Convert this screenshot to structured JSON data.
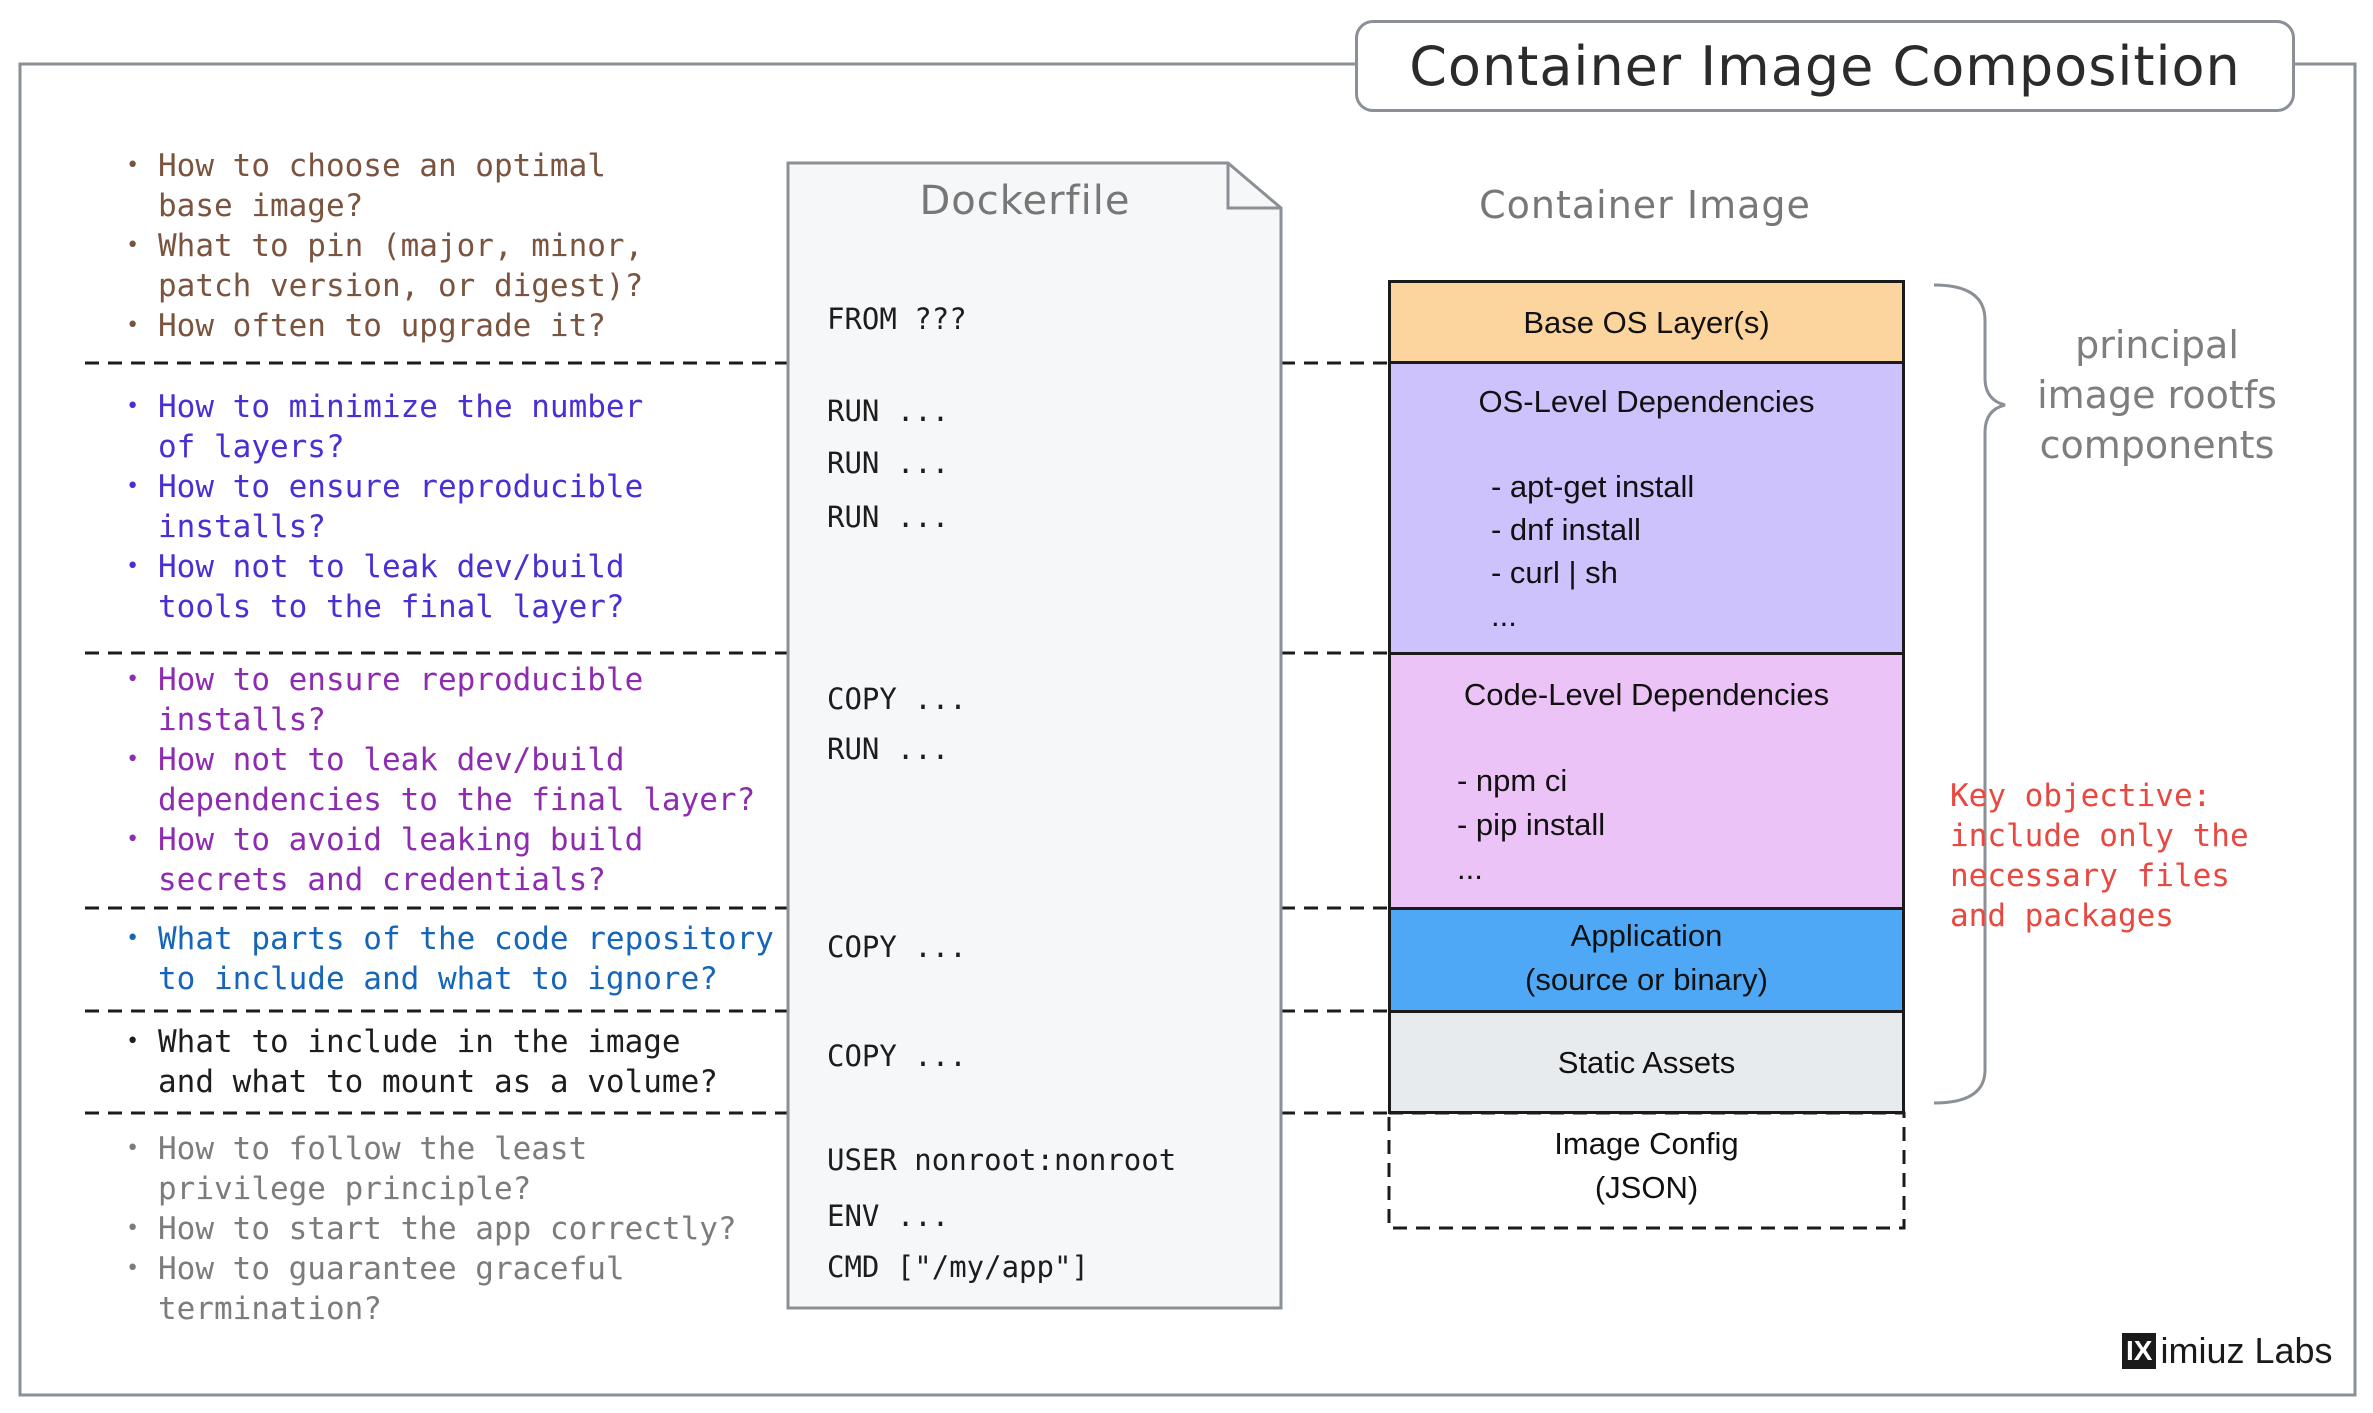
{
  "title": "Container Image Composition",
  "dockerfile": {
    "title": "Dockerfile",
    "commands": [
      {
        "key": "from",
        "text": "FROM ???"
      },
      {
        "key": "run1",
        "text": "RUN ..."
      },
      {
        "key": "run2",
        "text": "RUN ..."
      },
      {
        "key": "run3",
        "text": "RUN ..."
      },
      {
        "key": "copy1",
        "text": "COPY ..."
      },
      {
        "key": "run4",
        "text": "RUN ..."
      },
      {
        "key": "copy2",
        "text": "COPY ..."
      },
      {
        "key": "copy3",
        "text": "COPY ..."
      },
      {
        "key": "user",
        "text": "USER nonroot:nonroot"
      },
      {
        "key": "env",
        "text": "ENV ..."
      },
      {
        "key": "cmd",
        "text": "CMD [\"/my/app\"]"
      }
    ]
  },
  "container_image": {
    "title": "Container Image",
    "layers": [
      {
        "title": "Base OS Layer(s)",
        "color": "#fcd49d",
        "items": []
      },
      {
        "title": "OS-Level Dependencies",
        "color": "#cdc2fb",
        "items": [
          "- apt-get install",
          "- dnf install",
          "- curl | sh",
          "..."
        ]
      },
      {
        "title": "Code-Level Dependencies",
        "color": "#ecc3f6",
        "items": [
          "- npm ci",
          "- pip install",
          "..."
        ]
      },
      {
        "title": "Application",
        "subtitle": "(source or binary)",
        "color": "#4ea8f5",
        "items": []
      },
      {
        "title": "Static Assets",
        "color": "#e8ebee",
        "items": []
      },
      {
        "title": "Image Config",
        "subtitle": "(JSON)",
        "color": "#ffffff",
        "items": []
      }
    ]
  },
  "questions": [
    {
      "color": "#7b5440",
      "items": [
        "How to choose an optimal\nbase image?",
        "What to pin (major, minor,\npatch version, or digest)?",
        "How often to upgrade it?"
      ]
    },
    {
      "color": "#4a2fd4",
      "items": [
        "How to minimize the number\nof layers?",
        "How to ensure reproducible\ninstalls?",
        "How not to leak dev/build\ntools to the final layer?"
      ]
    },
    {
      "color": "#8e2bb0",
      "items": [
        "How to ensure reproducible\ninstalls?",
        "How not to leak dev/build\ndependencies to the final layer?",
        "How to avoid leaking build\nsecrets and credentials?"
      ]
    },
    {
      "color": "#1566b8",
      "items": [
        "What parts of the code repository\nto include and what to ignore?"
      ]
    },
    {
      "color": "#1d1d1d",
      "items": [
        "What to include in the image\nand what to mount as a volume?"
      ]
    },
    {
      "color": "#7c7c7c",
      "items": [
        "How to follow the least\nprivilege principle?",
        "How to start the app correctly?",
        "How to guarantee graceful\ntermination?"
      ]
    }
  ],
  "annotations": {
    "principal": "principal\nimage rootfs\ncomponents",
    "key_objective": "Key objective:\ninclude only the\nnecessary files\nand packages"
  },
  "brand": {
    "logo": "IX",
    "name": "imiuz Labs"
  }
}
